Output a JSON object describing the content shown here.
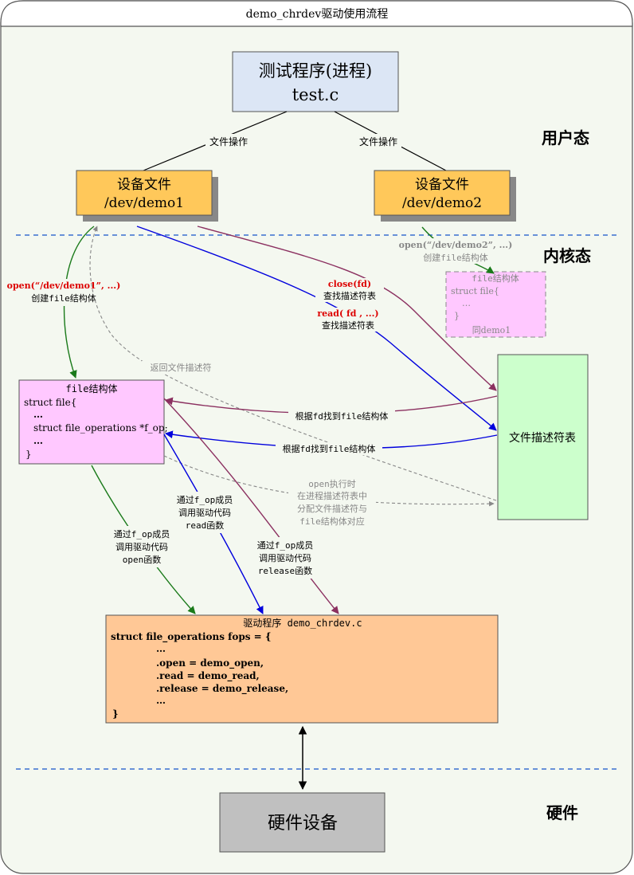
{
  "title": "demo_chrdev驱动使用流程",
  "zones": {
    "user": "用户态",
    "kernel": "内核态",
    "hardware": "硬件"
  },
  "process_box": {
    "line1": "测试程序(进程)",
    "line2": "test.c"
  },
  "file_op_label": "文件操作",
  "device_file_1": {
    "line1": "设备文件",
    "line2": "/dev/demo1"
  },
  "device_file_2": {
    "line1": "设备文件",
    "line2": "/dev/demo2"
  },
  "open_demo1": {
    "call": "open(“/dev/demo1”, ...)",
    "note": "创建file结构体"
  },
  "open_demo2": {
    "call": "open(“/dev/demo2”, ...)",
    "note": "创建file结构体"
  },
  "close_call": {
    "call": "close(fd)",
    "note": "查找描述符表"
  },
  "read_call": {
    "call": "read( fd , ...)",
    "note": "查找描述符表"
  },
  "return_fd_label": "返回文件描述符",
  "file_struct_box": {
    "title": "file结构体",
    "lines": [
      "struct file{",
      "…",
      "struct file_operations *f_op;",
      "…",
      "}"
    ]
  },
  "file_struct_box_2": {
    "title": "file结构体",
    "lines": [
      "struct file{",
      "…",
      "}"
    ],
    "note": "同demo1"
  },
  "fd_table_box": "文件描述符表",
  "find_file_struct_1": "根据fd找到file结构体",
  "find_file_struct_2": "根据fd找到file结构体",
  "open_exec_note": [
    "open执行时",
    "在进程描述符表中",
    "分配文件描述符与",
    "file结构体对应"
  ],
  "call_open_note": [
    "通过f_op成员",
    "调用驱动代码",
    "open函数"
  ],
  "call_read_note": [
    "通过f_op成员",
    "调用驱动代码",
    "read函数"
  ],
  "call_release_note": [
    "通过f_op成员",
    "调用驱动代码",
    "release函数"
  ],
  "driver_box": {
    "title": "驱动程序 demo_chrdev.c",
    "lines": [
      "struct file_operations fops = {",
      "…",
      ".open = demo_open,",
      ".read = demo_read,",
      ".release = demo_release,",
      "…",
      "}"
    ]
  },
  "hardware_box": "硬件设备",
  "colors": {
    "process_fill": "#dce6f5",
    "device_fill": "#ffc85a",
    "file_struct_fill": "#ffc8ff",
    "fd_table_fill": "#ccffcc",
    "driver_fill": "#ffc896",
    "hardware_fill": "#c0c0c0",
    "green_arrow": "#1a7a1a",
    "blue_arrow": "#0000dd",
    "purple_arrow": "#8b3060",
    "red_text": "#dd0000",
    "dashed_line": "#3a6fd0"
  }
}
